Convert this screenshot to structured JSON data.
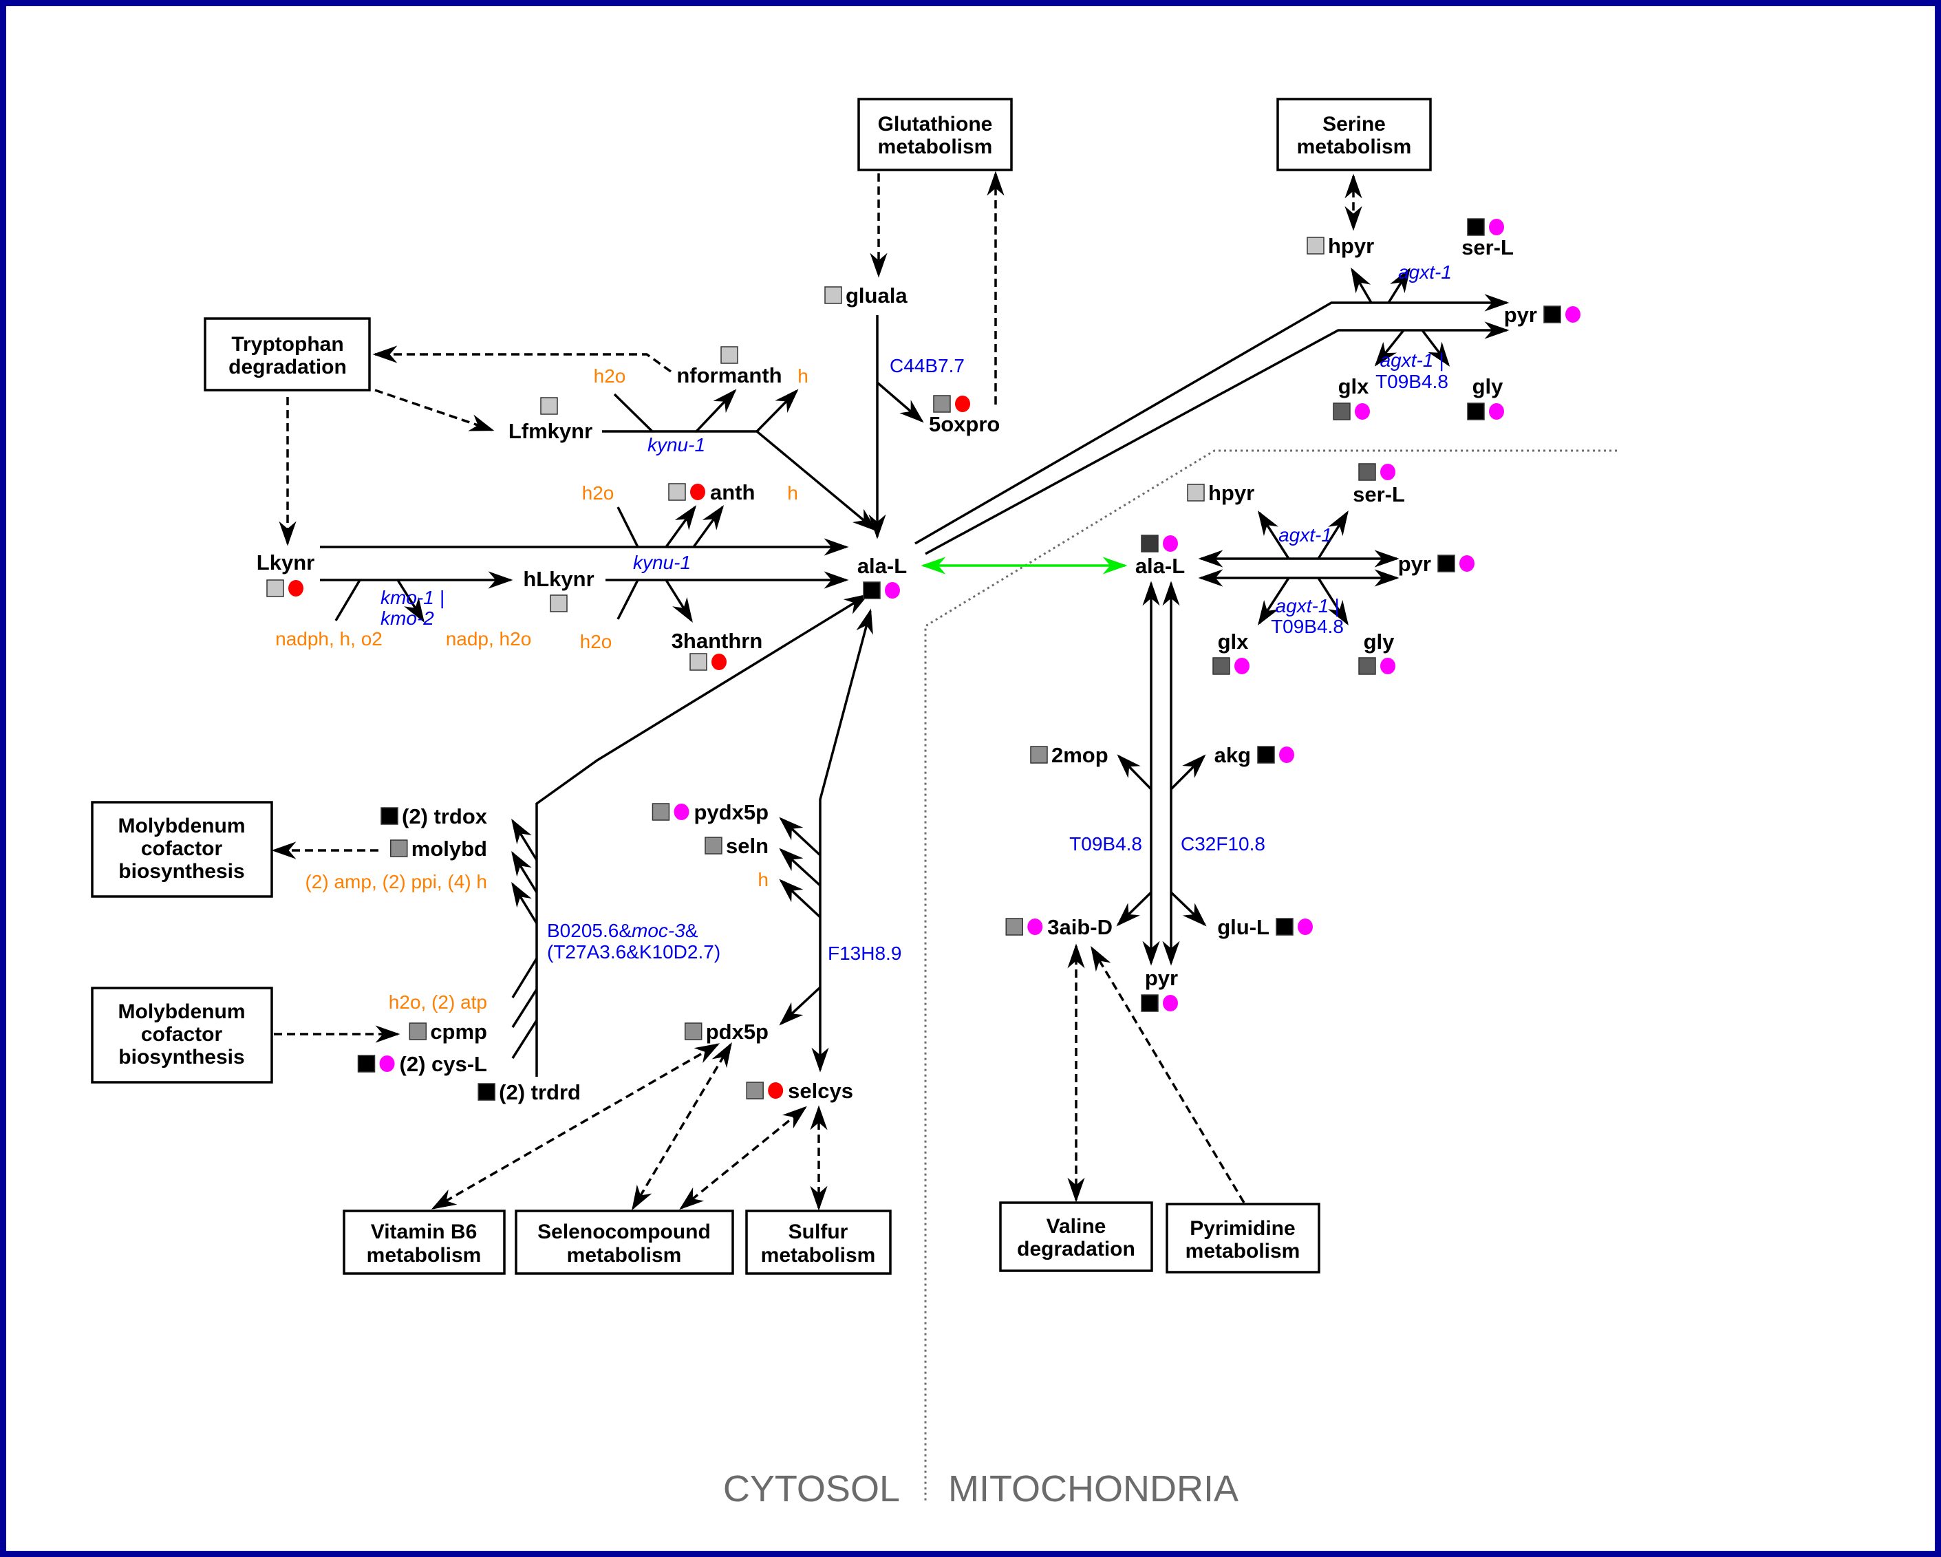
{
  "colors": {
    "frame": "#000099",
    "reaction_line": "#000000",
    "transport": "#00ee00",
    "gene": "#0000ee",
    "side_metabolite": "#ff7f00",
    "compartment_label": "#6b6b6b",
    "compartment_divider": "#6b6b6b",
    "marker_light": "#c8c8c8",
    "marker_mid": "#8f8f8f",
    "marker_dark": "#5e5e5e",
    "marker_darker": "#383838",
    "marker_black": "#000000",
    "dot_red": "#ff0000",
    "dot_magenta": "#ff00ff"
  },
  "compartments": {
    "left": "CYTOSOL",
    "right": "MITOCHONDRIA"
  },
  "pathway_boxes": [
    {
      "id": "trp",
      "lines": [
        "Tryptophan",
        "degradation"
      ]
    },
    {
      "id": "glut",
      "lines": [
        "Glutathione",
        "metabolism"
      ]
    },
    {
      "id": "ser",
      "lines": [
        "Serine",
        "metabolism"
      ]
    },
    {
      "id": "moco1",
      "lines": [
        "Molybdenum",
        "cofactor",
        "biosynthesis"
      ]
    },
    {
      "id": "moco2",
      "lines": [
        "Molybdenum",
        "cofactor",
        "biosynthesis"
      ]
    },
    {
      "id": "b6",
      "lines": [
        "Vitamin B6",
        "metabolism"
      ]
    },
    {
      "id": "seleno",
      "lines": [
        "Selenocompound",
        "metabolism"
      ]
    },
    {
      "id": "sulfur",
      "lines": [
        "Sulfur",
        "metabolism"
      ]
    },
    {
      "id": "valine",
      "lines": [
        "Valine",
        "degradation"
      ]
    },
    {
      "id": "pyrim",
      "lines": [
        "Pyrimidine",
        "metabolism"
      ]
    }
  ],
  "metabolites": [
    {
      "id": "gluala",
      "label": "gluala",
      "markers": [
        "light"
      ]
    },
    {
      "id": "5oxpro",
      "label": "5oxpro",
      "markers": [
        "mid",
        "red"
      ]
    },
    {
      "id": "nformanth",
      "label": "nformanth",
      "markers": [
        "light"
      ]
    },
    {
      "id": "lfmkynr",
      "label": "Lfmkynr",
      "markers": [
        "light"
      ]
    },
    {
      "id": "anth",
      "label": "anth",
      "markers": [
        "light",
        "red"
      ]
    },
    {
      "id": "lkynr",
      "label": "Lkynr",
      "markers": [
        "light",
        "red"
      ]
    },
    {
      "id": "hlkynr",
      "label": "hLkynr",
      "markers": [
        "light"
      ]
    },
    {
      "id": "3hanthrn",
      "label": "3hanthrn",
      "markers": [
        "light",
        "red"
      ]
    },
    {
      "id": "ala-c",
      "label": "ala-L",
      "markers": [
        "black",
        "magenta"
      ]
    },
    {
      "id": "hpyr-c",
      "label": "hpyr",
      "markers": [
        "light"
      ]
    },
    {
      "id": "ser-c",
      "label": "ser-L",
      "markers": [
        "black",
        "magenta"
      ]
    },
    {
      "id": "pyr-c",
      "label": "pyr",
      "markers": [
        "black",
        "magenta"
      ]
    },
    {
      "id": "glx-c",
      "label": "glx",
      "markers": [
        "dark",
        "magenta"
      ]
    },
    {
      "id": "gly-c",
      "label": "gly",
      "markers": [
        "black",
        "magenta"
      ]
    },
    {
      "id": "trdox",
      "label": "(2) trdox",
      "markers": [
        "black"
      ]
    },
    {
      "id": "molybd",
      "label": "molybd",
      "markers": [
        "mid"
      ]
    },
    {
      "id": "cpmp",
      "label": "cpmp",
      "markers": [
        "mid"
      ]
    },
    {
      "id": "cys",
      "label": "(2) cys-L",
      "markers": [
        "black",
        "magenta"
      ]
    },
    {
      "id": "trdrd",
      "label": "(2) trdrd",
      "markers": [
        "black"
      ]
    },
    {
      "id": "pydx5p",
      "label": "pydx5p",
      "markers": [
        "mid",
        "magenta"
      ]
    },
    {
      "id": "seln",
      "label": "seln",
      "markers": [
        "mid"
      ]
    },
    {
      "id": "pdx5p",
      "label": "pdx5p",
      "markers": [
        "mid"
      ]
    },
    {
      "id": "selcys",
      "label": "selcys",
      "markers": [
        "mid",
        "red"
      ]
    },
    {
      "id": "ala-m",
      "label": "ala-L",
      "markers": [
        "darker",
        "magenta"
      ]
    },
    {
      "id": "hpyr-m",
      "label": "hpyr",
      "markers": [
        "light"
      ]
    },
    {
      "id": "ser-m",
      "label": "ser-L",
      "markers": [
        "dark",
        "magenta"
      ]
    },
    {
      "id": "pyr-m",
      "label": "pyr",
      "markers": [
        "black",
        "magenta"
      ]
    },
    {
      "id": "glx-m",
      "label": "glx",
      "markers": [
        "dark",
        "magenta"
      ]
    },
    {
      "id": "gly-m",
      "label": "gly",
      "markers": [
        "dark",
        "magenta"
      ]
    },
    {
      "id": "2mop",
      "label": "2mop",
      "markers": [
        "mid"
      ]
    },
    {
      "id": "akg",
      "label": "akg",
      "markers": [
        "black",
        "magenta"
      ]
    },
    {
      "id": "3aib",
      "label": "3aib-D",
      "markers": [
        "mid",
        "magenta"
      ]
    },
    {
      "id": "glu",
      "label": "glu-L",
      "markers": [
        "black",
        "magenta"
      ]
    },
    {
      "id": "pyr-m2",
      "label": "pyr",
      "markers": [
        "black",
        "magenta"
      ]
    }
  ],
  "side_metabolites": {
    "kynu_top_h2o": "h2o",
    "kynu_top_h": "h",
    "kynu_mid_h2o": "h2o",
    "kynu_mid_h": "h",
    "kmo_in": "nadph, h, o2",
    "kmo_out": "nadp, h2o",
    "kynu_low_h2o": "h2o",
    "moco_out": "(2) amp, (2) ppi, (4) h",
    "moco_in": "h2o, (2) atp",
    "f13_h": "h"
  },
  "genes": {
    "c44b77": "C44B7.7",
    "kynu1_top": "kynu-1",
    "kynu1_low": "kynu-1",
    "kmo_line1": "kmo-1 |",
    "kmo_line2": "kmo-2",
    "agxt_c_top": "agxt-1",
    "agxt_c_bot_line1": "agxt-1 |",
    "agxt_c_bot_line2": "T09B4.8",
    "agxt_m_top": "agxt-1",
    "agxt_m_bot_line1": "agxt-1 |",
    "agxt_m_bot_line2": "T09B4.8",
    "moco_line1_a": "B0205.6&",
    "moco_line1_b": "moc-3",
    "moco_line1_c": "&",
    "moco_line2": "(T27A3.6&K10D2.7)",
    "f13h89": "F13H8.9",
    "t09b48": "T09B4.8",
    "c32f108": "C32F10.8"
  }
}
